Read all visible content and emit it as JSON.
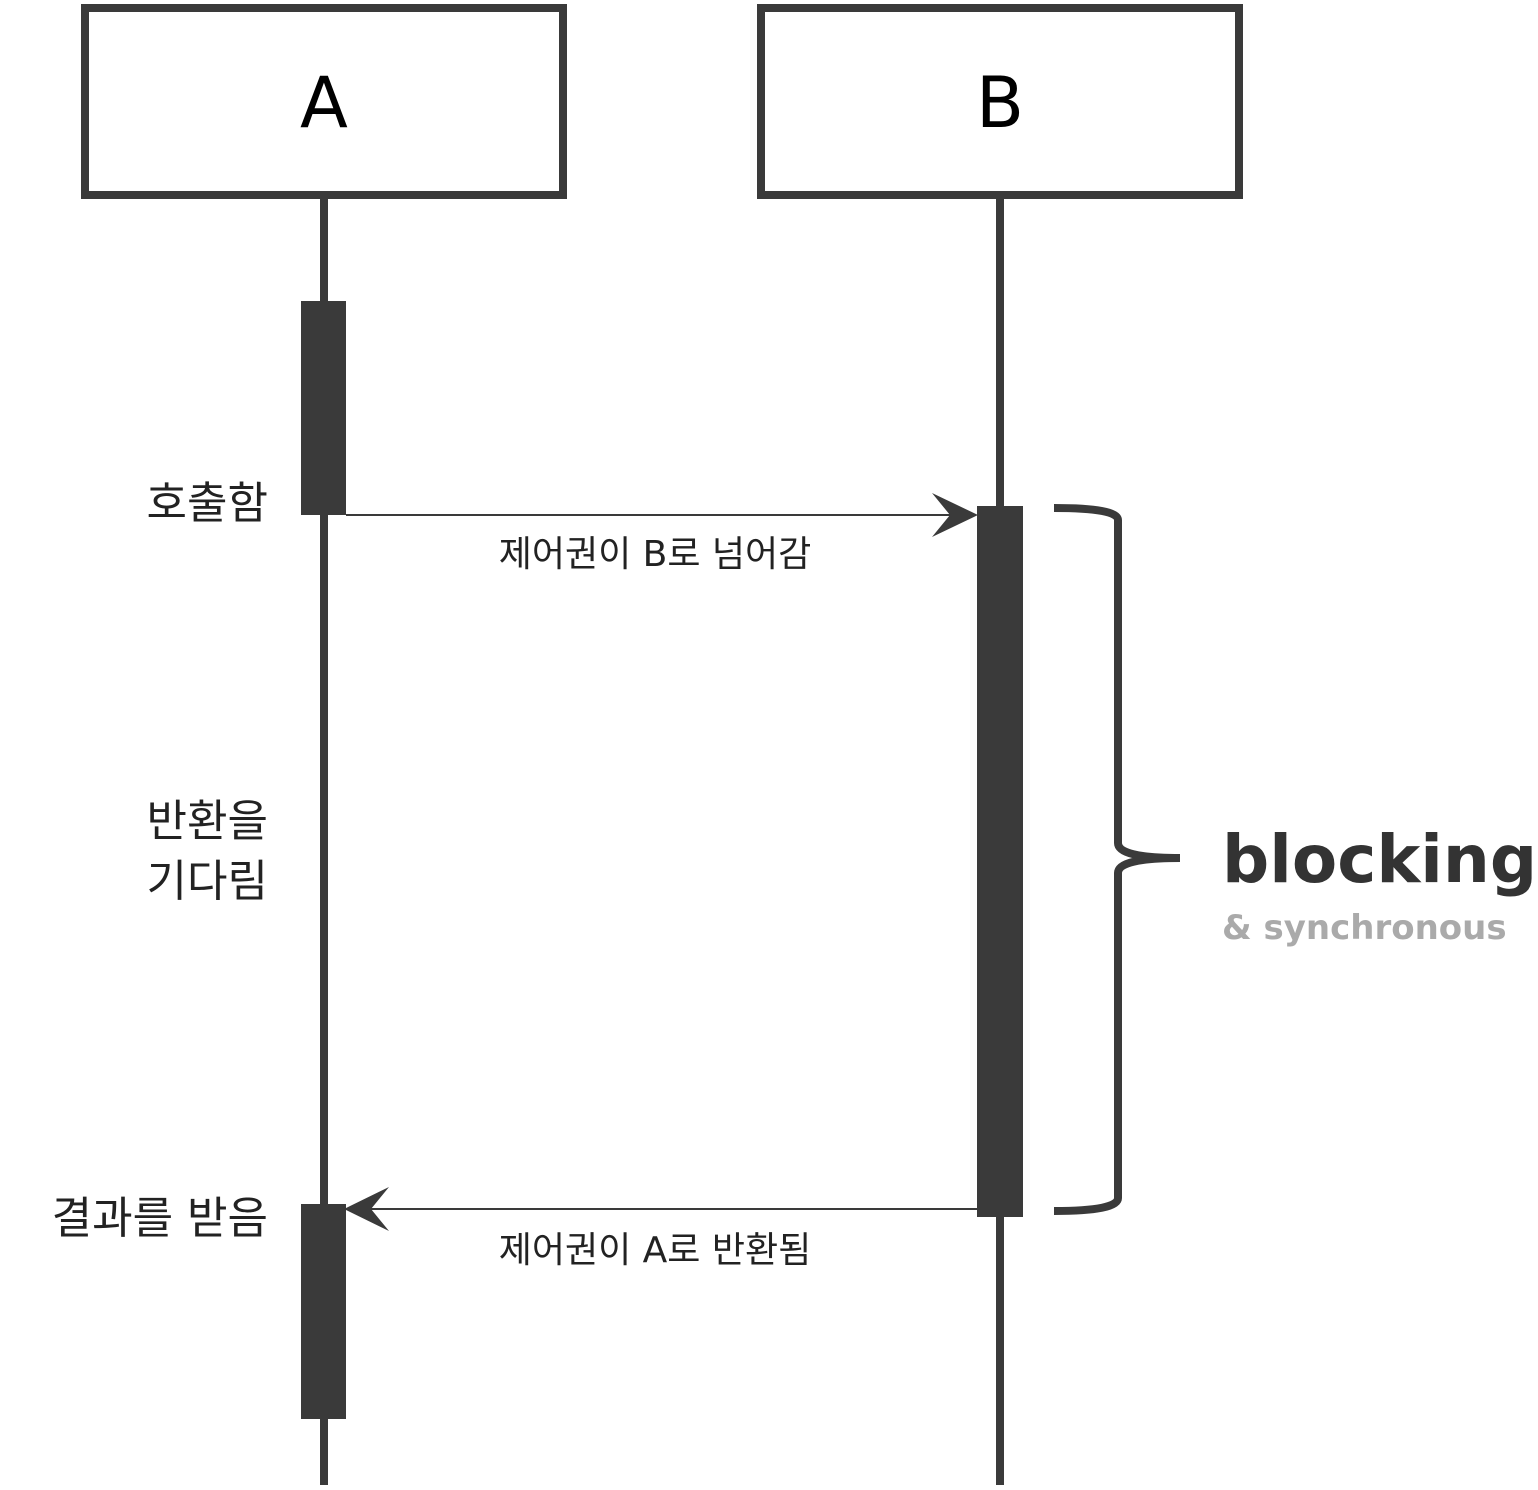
{
  "participants": {
    "a": {
      "label": "A"
    },
    "b": {
      "label": "B"
    }
  },
  "side_labels": {
    "call": "호출함",
    "wait_line1": "반환을",
    "wait_line2": "기다림",
    "receive": "결과를 받음"
  },
  "messages": {
    "call": "제어권이 B로 넘어감",
    "return": "제어권이 A로 반환됨"
  },
  "annotation": {
    "title": "blocking",
    "subtitle": "& synchronous"
  },
  "colors": {
    "line": "#3a3a3a",
    "subtitle": "#aaaaaa"
  }
}
